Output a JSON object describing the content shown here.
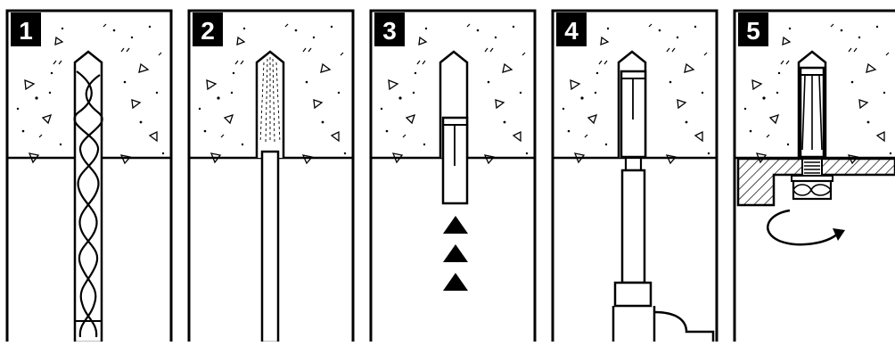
{
  "steps": [
    {
      "number": "1",
      "action": "drill-hole"
    },
    {
      "number": "2",
      "action": "clean-hole"
    },
    {
      "number": "3",
      "action": "insert-anchor"
    },
    {
      "number": "4",
      "action": "set-anchor"
    },
    {
      "number": "5",
      "action": "tighten-nut"
    }
  ],
  "colors": {
    "ink": "#000000",
    "paper": "#ffffff",
    "badge_text": "#ffffff"
  }
}
